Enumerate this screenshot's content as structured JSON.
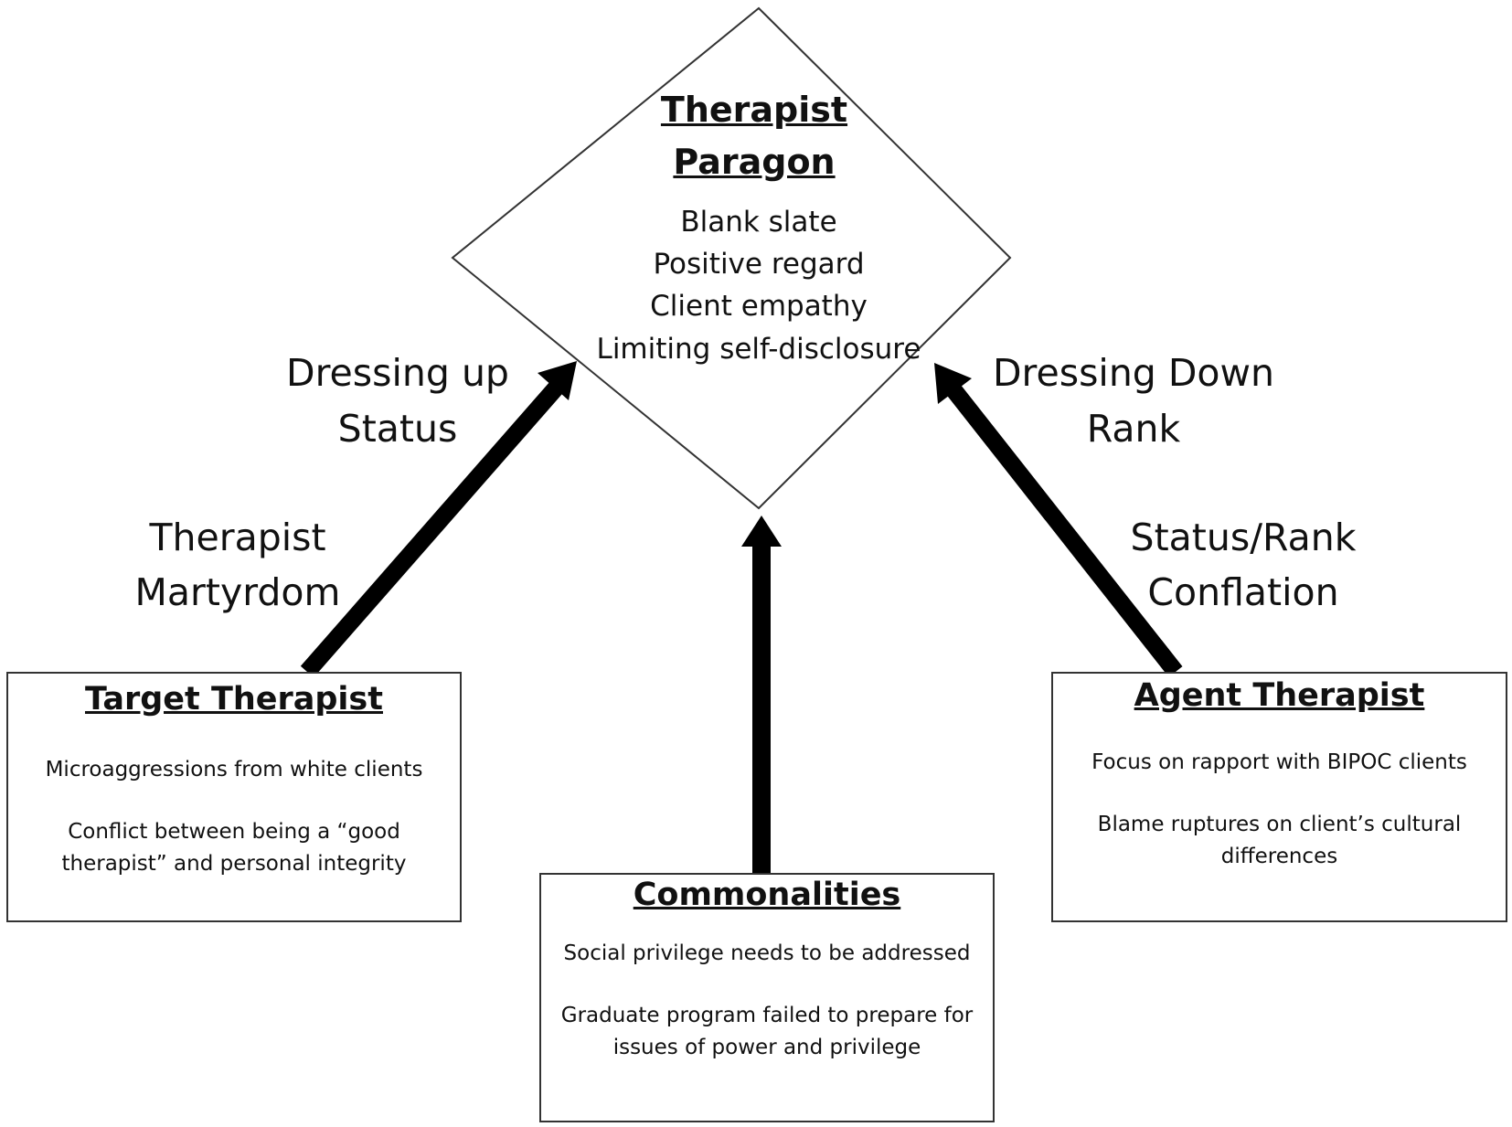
{
  "paragon": {
    "title_line1": "Therapist",
    "title_line2": "Paragon",
    "items": [
      "Blank slate",
      "Positive regard",
      "Client empathy",
      "Limiting self-disclosure"
    ]
  },
  "left_upper_label": [
    "Dressing up",
    "Status"
  ],
  "left_lower_label": [
    "Therapist",
    "Martyrdom"
  ],
  "right_upper_label": [
    "Dressing Down",
    "Rank"
  ],
  "right_lower_label": [
    "Status/Rank",
    "Conflation"
  ],
  "target": {
    "title": "Target Therapist",
    "items": [
      "Microaggressions from white clients",
      "Conflict between being a “good therapist” and personal integrity"
    ]
  },
  "commonalities": {
    "title": "Commonalities",
    "items": [
      "Social privilege needs to be addressed",
      "Graduate program failed to prepare for issues of power and privilege"
    ]
  },
  "agent": {
    "title": "Agent Therapist",
    "items": [
      "Focus on rapport with BIPOC clients",
      "Blame ruptures on client’s cultural differences"
    ]
  },
  "colors": {
    "line": "#333333",
    "arrow": "#000000",
    "text": "#111111"
  }
}
